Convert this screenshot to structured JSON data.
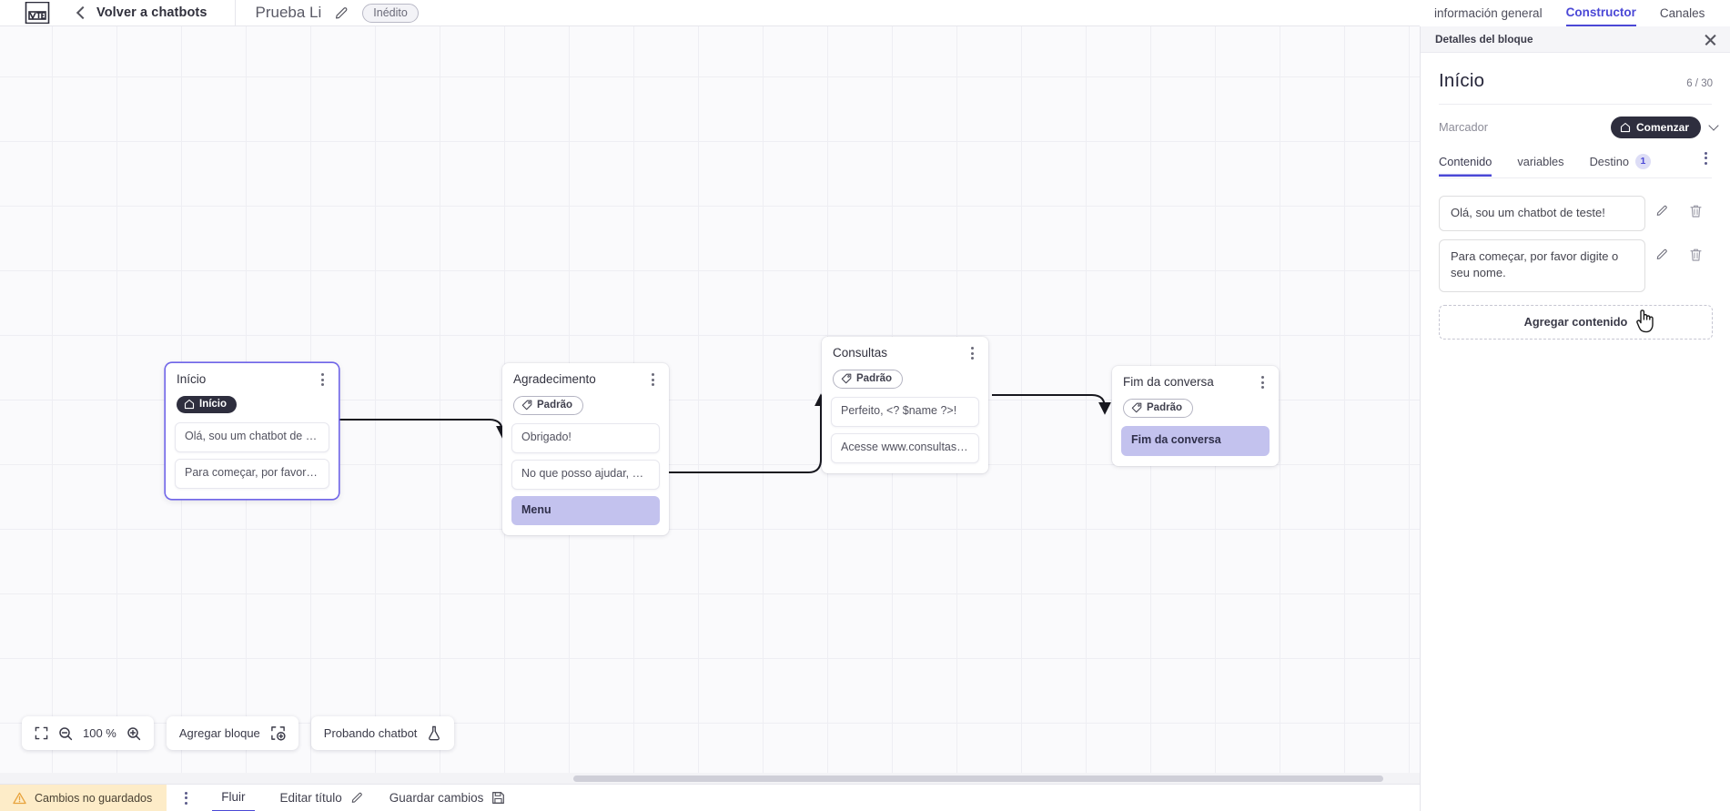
{
  "header": {
    "logo_icon": "vtex-logo-icon",
    "back_label": "Volver a chatbots",
    "back_icon": "chevron-left-icon",
    "bot_title": "Prueba Li",
    "edit_icon": "pencil-icon",
    "status_badge": "Inédito"
  },
  "right_tabs": [
    {
      "label": "información general",
      "active": false
    },
    {
      "label": "Constructor",
      "active": true
    },
    {
      "label": "Canales",
      "active": false
    }
  ],
  "canvas": {
    "zoom_level": "100 %",
    "fit_icon": "fit-screen-icon",
    "zoom_out_icon": "zoom-out-icon",
    "zoom_in_icon": "zoom-in-icon",
    "add_block_label": "Agregar bloque",
    "add_block_icon": "add-block-icon",
    "test_chatbot_label": "Probando chatbot",
    "test_chatbot_icon": "flask-icon",
    "nodes": [
      {
        "id": "inicio",
        "title": "Início",
        "chip": {
          "label": "Início",
          "type": "start",
          "icon": "home-icon"
        },
        "selected": true,
        "messages": [
          {
            "text": "Olá, sou um chatbot de teste!",
            "highlight": false
          },
          {
            "text": "Para começar, por favor digite o ...",
            "highlight": false
          }
        ]
      },
      {
        "id": "agradecimento",
        "title": "Agradecimento",
        "chip": {
          "label": "Padrão",
          "type": "default",
          "icon": "tag-icon"
        },
        "selected": false,
        "messages": [
          {
            "text": "Obrigado!",
            "highlight": false
          },
          {
            "text": "No que posso ajudar, <? $name ...",
            "highlight": false
          },
          {
            "text": "Menu",
            "highlight": true
          }
        ]
      },
      {
        "id": "consultas",
        "title": "Consultas",
        "chip": {
          "label": "Padrão",
          "type": "default",
          "icon": "tag-icon"
        },
        "selected": false,
        "messages": [
          {
            "text": "Perfeito, <? $name ?>!",
            "highlight": false
          },
          {
            "text": "Acesse www.consultas.com par...",
            "highlight": false
          }
        ]
      },
      {
        "id": "fim-da-conversa",
        "title": "Fim da conversa",
        "chip": {
          "label": "Padrão",
          "type": "default",
          "icon": "tag-icon"
        },
        "selected": false,
        "messages": [
          {
            "text": "Fim da conversa",
            "highlight": true
          }
        ]
      }
    ]
  },
  "bottom_bar": {
    "unsaved_label": "Cambios no guardados",
    "warning_icon": "warning-triangle-icon",
    "more_icon": "kebab-menu-icon",
    "flow_tab": "Fluir",
    "edit_title_label": "Editar título",
    "edit_title_icon": "pencil-icon",
    "save_label": "Guardar cambios",
    "save_icon": "save-disk-icon"
  },
  "panel": {
    "head_title": "Detalles del bloque",
    "close_icon": "close-icon",
    "block_name": "Início",
    "char_count": "6 / 30",
    "marcador_label": "Marcador",
    "marcador_chip": "Comenzar",
    "marcador_chip_icon": "home-icon",
    "marcador_chevron_icon": "chevron-down-icon",
    "tabs": [
      {
        "label": "Contenido",
        "active": true,
        "badge": ""
      },
      {
        "label": "variables",
        "active": false,
        "badge": ""
      },
      {
        "label": "Destino",
        "active": false,
        "badge": "1"
      }
    ],
    "tabs_more_icon": "kebab-menu-icon",
    "contents": [
      {
        "text": "Olá, sou um chatbot de teste!",
        "edit_icon": "pencil-icon",
        "delete_icon": "trash-icon"
      },
      {
        "text": "Para começar, por favor digite o seu nome.",
        "edit_icon": "pencil-icon",
        "delete_icon": "trash-icon"
      }
    ],
    "add_content_label": "Agregar contenido"
  },
  "colors": {
    "accent": "#4b48d6",
    "node_selected": "#6f64e8",
    "highlight_msg": "#c3c2ee",
    "chip_dark": "#2e2e3e",
    "unsaved_bg": "#fdecc8",
    "canvas_bg": "#fafafc"
  }
}
